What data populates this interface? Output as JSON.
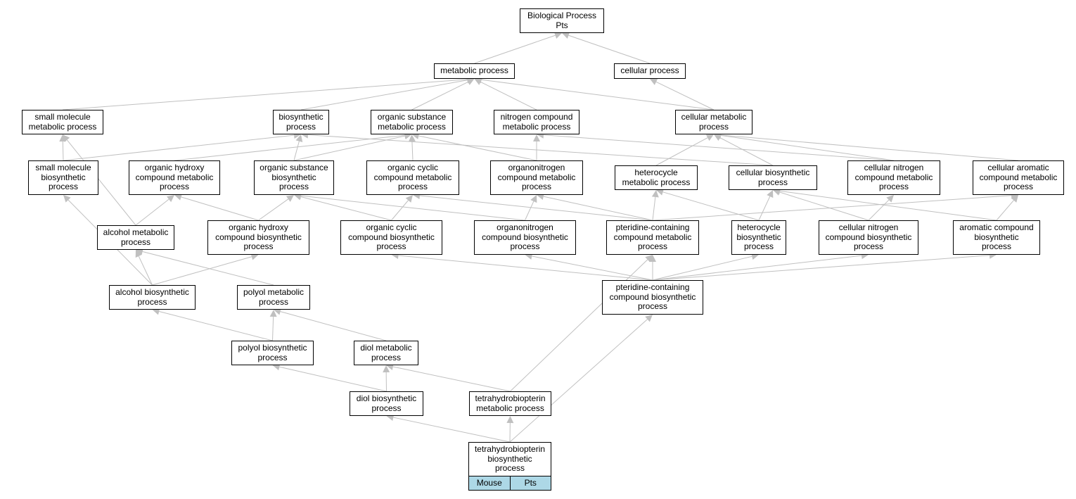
{
  "nodes": {
    "bp": [
      "Biological Process",
      "Pts"
    ],
    "mp": [
      "metabolic process"
    ],
    "cp": [
      "cellular process"
    ],
    "smm": [
      "small molecule",
      "metabolic process"
    ],
    "bio": [
      "biosynthetic",
      "process"
    ],
    "osm": [
      "organic substance",
      "metabolic process"
    ],
    "ncm": [
      "nitrogen compound",
      "metabolic process"
    ],
    "cmp": [
      "cellular metabolic",
      "process"
    ],
    "smb": [
      "small molecule",
      "biosynthetic",
      "process"
    ],
    "ohm": [
      "organic hydroxy",
      "compound metabolic",
      "process"
    ],
    "osb": [
      "organic substance",
      "biosynthetic",
      "process"
    ],
    "ocm": [
      "organic cyclic",
      "compound metabolic",
      "process"
    ],
    "onm": [
      "organonitrogen",
      "compound metabolic",
      "process"
    ],
    "hmp": [
      "heterocycle",
      "metabolic process"
    ],
    "cbp": [
      "cellular biosynthetic",
      "process"
    ],
    "cnm": [
      "cellular nitrogen",
      "compound metabolic",
      "process"
    ],
    "cam": [
      "cellular aromatic",
      "compound metabolic",
      "process"
    ],
    "amp": [
      "alcohol metabolic",
      "process"
    ],
    "ohb": [
      "organic hydroxy",
      "compound biosynthetic",
      "process"
    ],
    "ocb": [
      "organic cyclic",
      "compound biosynthetic",
      "process"
    ],
    "onb": [
      "organonitrogen",
      "compound biosynthetic",
      "process"
    ],
    "pcm": [
      "pteridine-containing",
      "compound metabolic",
      "process"
    ],
    "hbp": [
      "heterocycle",
      "biosynthetic",
      "process"
    ],
    "cnb": [
      "cellular nitrogen",
      "compound biosynthetic",
      "process"
    ],
    "acb": [
      "aromatic compound",
      "biosynthetic",
      "process"
    ],
    "abp": [
      "alcohol biosynthetic",
      "process"
    ],
    "pmp": [
      "polyol metabolic",
      "process"
    ],
    "pcb": [
      "pteridine-containing",
      "compound biosynthetic",
      "process"
    ],
    "pbp": [
      "polyol biosynthetic",
      "process"
    ],
    "dmp": [
      "diol metabolic",
      "process"
    ],
    "dbp": [
      "diol biosynthetic",
      "process"
    ],
    "thm": [
      "tetrahydrobiopterin",
      "metabolic process"
    ],
    "thb": [
      "tetrahydrobiopterin",
      "biosynthetic",
      "process"
    ]
  },
  "tags": [
    "Mouse",
    "Pts"
  ],
  "edges": [
    [
      "mp",
      "bp"
    ],
    [
      "cp",
      "bp"
    ],
    [
      "smm",
      "mp"
    ],
    [
      "bio",
      "mp"
    ],
    [
      "osm",
      "mp"
    ],
    [
      "ncm",
      "mp"
    ],
    [
      "cmp",
      "mp"
    ],
    [
      "cmp",
      "cp"
    ],
    [
      "smb",
      "smm"
    ],
    [
      "smb",
      "bio"
    ],
    [
      "ohm",
      "osm"
    ],
    [
      "osb",
      "bio"
    ],
    [
      "osb",
      "osm"
    ],
    [
      "ocm",
      "osm"
    ],
    [
      "onm",
      "osm"
    ],
    [
      "onm",
      "ncm"
    ],
    [
      "hmp",
      "cmp"
    ],
    [
      "cbp",
      "cmp"
    ],
    [
      "cbp",
      "bio"
    ],
    [
      "cnm",
      "cmp"
    ],
    [
      "cnm",
      "ncm"
    ],
    [
      "cam",
      "cmp"
    ],
    [
      "amp",
      "smm"
    ],
    [
      "amp",
      "ohm"
    ],
    [
      "ohb",
      "ohm"
    ],
    [
      "ohb",
      "osb"
    ],
    [
      "ocb",
      "ocm"
    ],
    [
      "ocb",
      "osb"
    ],
    [
      "onb",
      "onm"
    ],
    [
      "onb",
      "osb"
    ],
    [
      "pcm",
      "hmp"
    ],
    [
      "pcm",
      "ocm"
    ],
    [
      "pcm",
      "onm"
    ],
    [
      "pcm",
      "cam"
    ],
    [
      "hbp",
      "hmp"
    ],
    [
      "hbp",
      "cbp"
    ],
    [
      "cnb",
      "cnm"
    ],
    [
      "cnb",
      "cbp"
    ],
    [
      "acb",
      "cam"
    ],
    [
      "acb",
      "cbp"
    ],
    [
      "abp",
      "amp"
    ],
    [
      "abp",
      "smb"
    ],
    [
      "abp",
      "ohb"
    ],
    [
      "pmp",
      "amp"
    ],
    [
      "pcb",
      "pcm"
    ],
    [
      "pcb",
      "ocb"
    ],
    [
      "pcb",
      "onb"
    ],
    [
      "pcb",
      "hbp"
    ],
    [
      "pcb",
      "cnb"
    ],
    [
      "pcb",
      "acb"
    ],
    [
      "pbp",
      "abp"
    ],
    [
      "pbp",
      "pmp"
    ],
    [
      "dmp",
      "pmp"
    ],
    [
      "dbp",
      "pbp"
    ],
    [
      "dbp",
      "dmp"
    ],
    [
      "thm",
      "dmp"
    ],
    [
      "thm",
      "pcm"
    ],
    [
      "thb",
      "dbp"
    ],
    [
      "thb",
      "thm"
    ],
    [
      "thb",
      "pcb"
    ]
  ],
  "colors": {
    "edge": "#c0c0c0",
    "tag_fill": "#add8e6",
    "border": "#000000"
  }
}
